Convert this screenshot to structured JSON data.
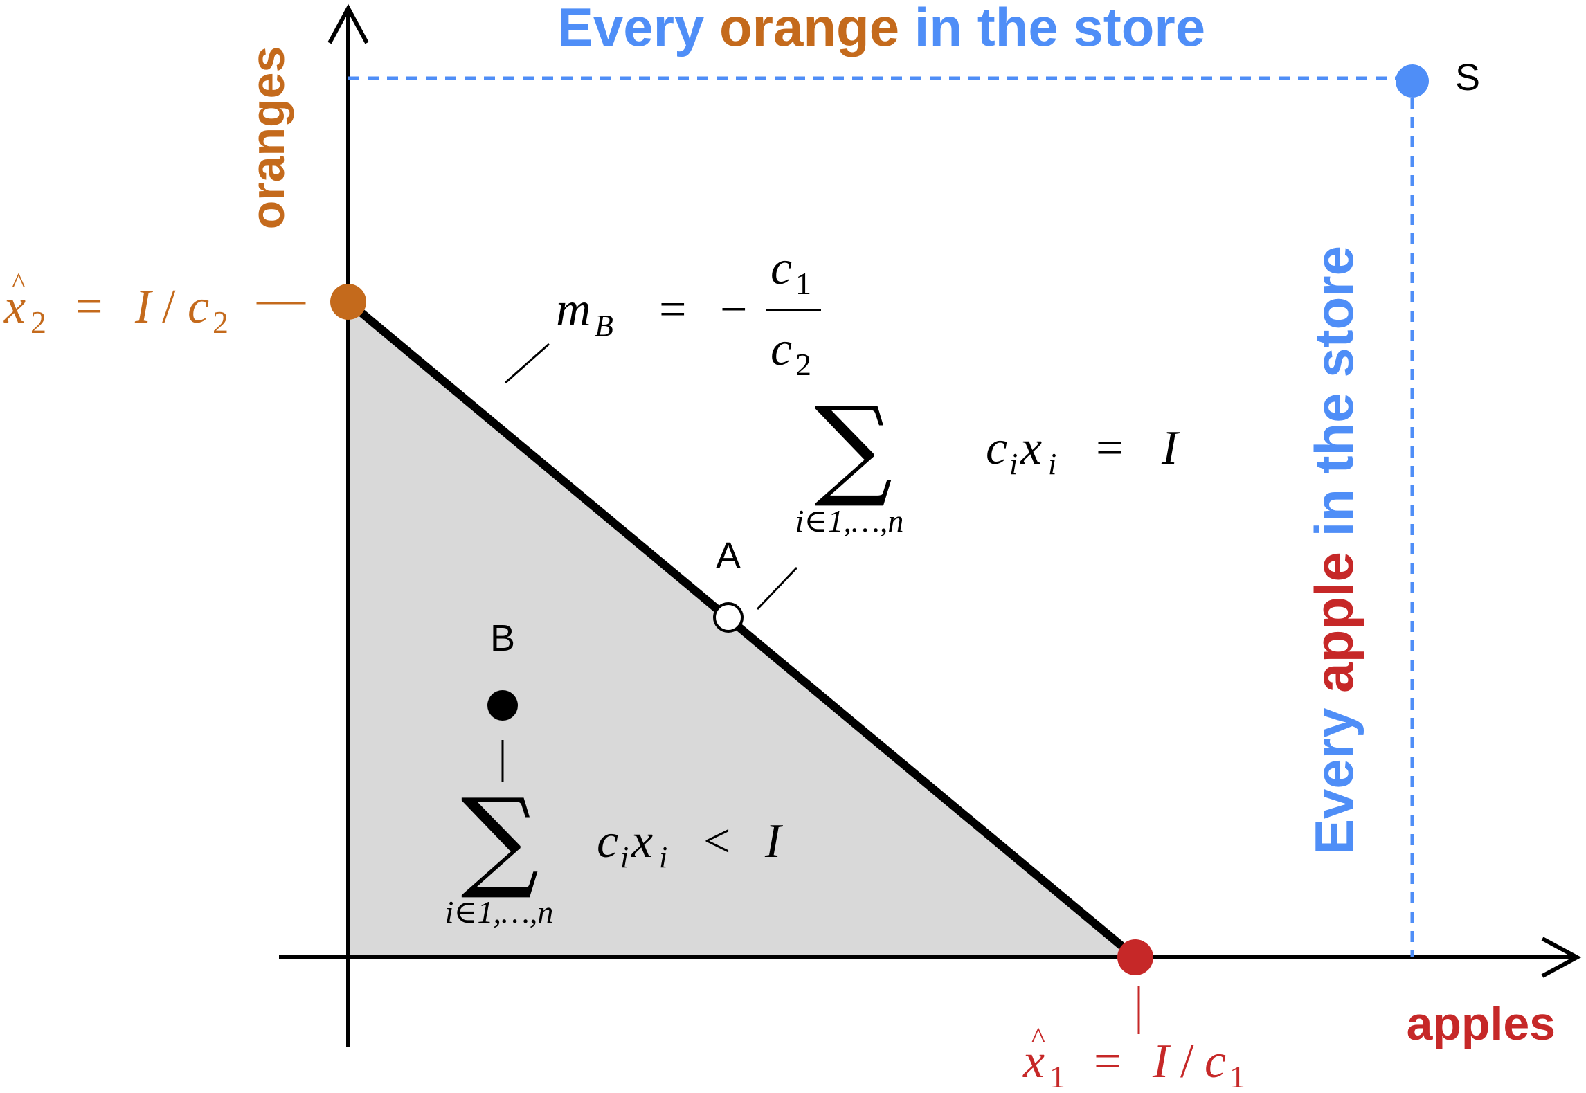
{
  "title": {
    "part1": "Every ",
    "part2": "orange",
    "part3": " in the store"
  },
  "right_title": {
    "part1": "Every ",
    "part2": "apple",
    "part3": " in the store"
  },
  "axes": {
    "x_label": "apples",
    "y_label": "oranges"
  },
  "points": {
    "s_label": "S",
    "a_label": "A",
    "b_label": "B"
  },
  "intercepts": {
    "x2_hat_var": "x",
    "x2_hat_accent": "^",
    "x2_sub": "2",
    "x2_eq": "=",
    "x2_income": "I",
    "x2_slash": "/",
    "x2_price": "c",
    "x2_price_sub": "2",
    "x2_tick": "—",
    "x1_hat_var": "x",
    "x1_hat_accent": "^",
    "x1_sub": "1",
    "x1_eq": "=",
    "x1_income": "I",
    "x1_slash": "/",
    "x1_price": "c",
    "x1_price_sub": "1"
  },
  "slope": {
    "lhs": "m",
    "lhs_sub": "B",
    "eq": "=",
    "minus": "−",
    "num": "c",
    "num_sub": "1",
    "den": "c",
    "den_sub": "2"
  },
  "budget_line_eq": {
    "sum_symbol": "∑",
    "index": "i∈1,…,n",
    "term_c": "c",
    "term_c_sub": "i",
    "term_x": "x",
    "term_x_sub": "i",
    "relation": "=",
    "rhs": "I"
  },
  "interior_eq": {
    "sum_symbol": "∑",
    "index": "i∈1,…,n",
    "term_c": "c",
    "term_c_sub": "i",
    "term_x": "x",
    "term_x_sub": "i",
    "relation": "<",
    "rhs": "I"
  },
  "colors": {
    "blue": "#4f8ef7",
    "orange": "#c46a1c",
    "red": "#c62828",
    "black": "#000000",
    "fill": "#d9d9d9"
  }
}
